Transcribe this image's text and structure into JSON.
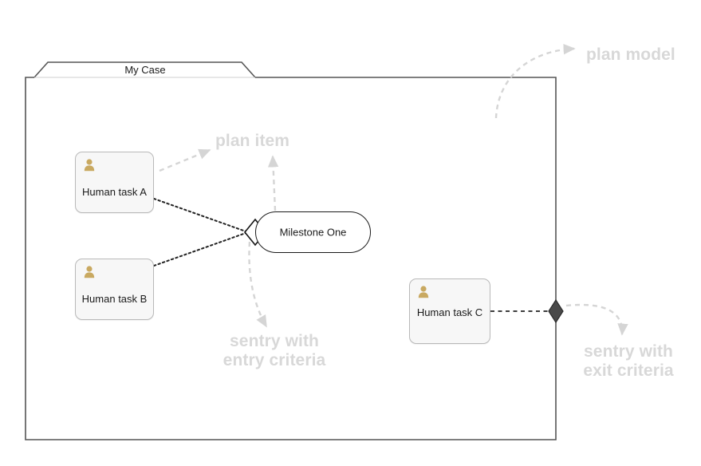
{
  "diagram": {
    "type": "CMMN case plan model",
    "case": {
      "name": "My Case"
    },
    "tasks": [
      {
        "id": "task-a",
        "label": "Human task A",
        "icon": "person-icon",
        "type": "human-task"
      },
      {
        "id": "task-b",
        "label": "Human task B",
        "icon": "person-icon",
        "type": "human-task"
      },
      {
        "id": "task-c",
        "label": "Human task C",
        "icon": "person-icon",
        "type": "human-task"
      }
    ],
    "milestones": [
      {
        "id": "milestone-one",
        "label": "Milestone One",
        "type": "milestone"
      }
    ],
    "sentries": [
      {
        "id": "entry-sentry",
        "kind": "entry",
        "shape": "hollow-diamond",
        "attached_to": "milestone-one"
      },
      {
        "id": "exit-sentry",
        "kind": "exit",
        "shape": "filled-diamond",
        "attached_to": "case-plan-model"
      }
    ],
    "connectors": [
      {
        "from": "task-a",
        "to": "entry-sentry",
        "style": "dotted"
      },
      {
        "from": "task-b",
        "to": "entry-sentry",
        "style": "dotted"
      },
      {
        "from": "task-c",
        "to": "exit-sentry",
        "style": "dashed"
      }
    ]
  },
  "annotations": [
    {
      "id": "plan-model",
      "text": "plan model",
      "lines": [
        "plan model"
      ]
    },
    {
      "id": "plan-item",
      "text": "plan item",
      "lines": [
        "plan item"
      ]
    },
    {
      "id": "sentry-entry",
      "text": "sentry with entry criteria",
      "lines": [
        "sentry with",
        "entry criteria"
      ]
    },
    {
      "id": "sentry-exit",
      "text": "sentry with exit criteria",
      "lines": [
        "sentry with",
        "exit criteria"
      ]
    }
  ],
  "colors": {
    "background": "#ffffff",
    "case_border": "#555555",
    "task_fill": "#f7f7f7",
    "task_border": "#b9b9b9",
    "task_icon": "#c9a961",
    "milestone_border": "#1a1a1a",
    "connector": "#222222",
    "annotation_text": "#d8d8d8",
    "annotation_arrow": "#d5d5d5",
    "exit_sentry_fill": "#4a4a4a"
  }
}
